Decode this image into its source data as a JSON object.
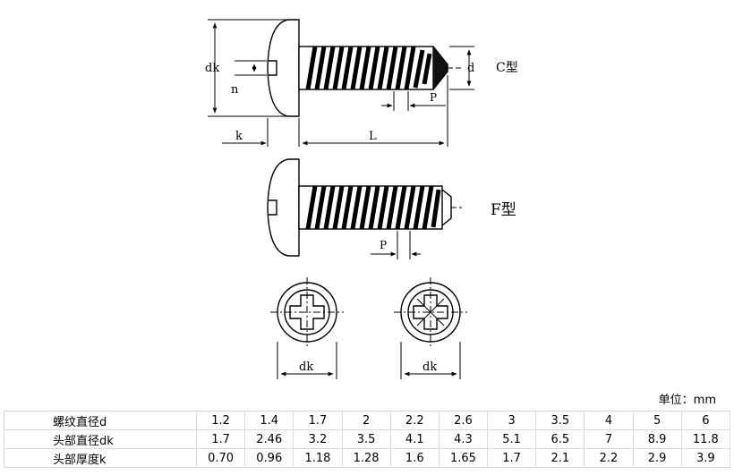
{
  "drawing": {
    "labels": {
      "dk": "dk",
      "n": "n",
      "k": "k",
      "L": "L",
      "d": "d",
      "P": "P",
      "c_type": "C型",
      "f_type": "F型"
    }
  },
  "unit_label": "单位：mm",
  "table": {
    "rows": [
      {
        "label": "螺纹直径d",
        "values": [
          "1.2",
          "1.4",
          "1.7",
          "2",
          "2.2",
          "2.6",
          "3",
          "3.5",
          "4",
          "5",
          "6"
        ]
      },
      {
        "label": "头部直径dk",
        "values": [
          "1.7",
          "2.46",
          "3.2",
          "3.5",
          "4.1",
          "4.3",
          "5.1",
          "6.5",
          "7",
          "8.9",
          "11.8"
        ]
      },
      {
        "label": "头部厚度k",
        "values": [
          "0.70",
          "0.96",
          "1.18",
          "1.28",
          "1.6",
          "1.65",
          "1.7",
          "2.1",
          "2.2",
          "2.9",
          "3.9"
        ]
      }
    ]
  }
}
